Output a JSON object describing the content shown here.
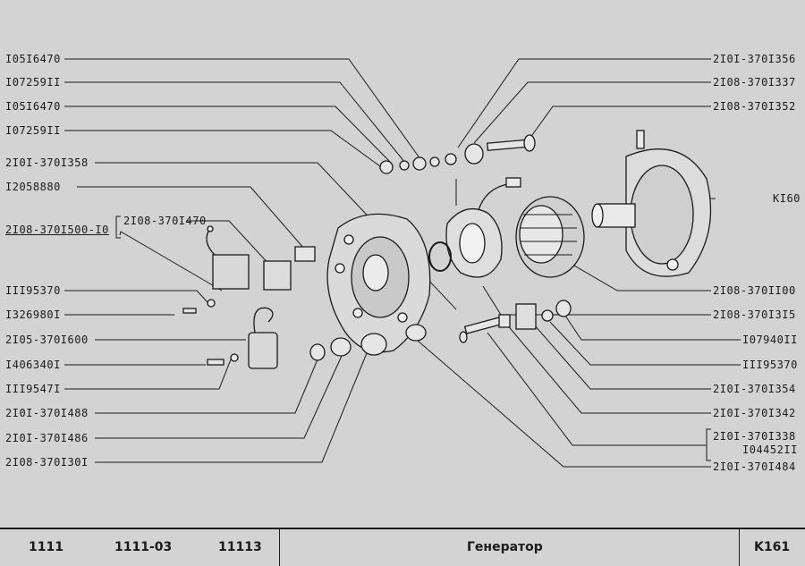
{
  "labels_left": [
    "I05I6470",
    "I07259II",
    "I05I6470",
    "I07259II",
    "2I0I-370I358",
    "I2058880",
    "2I08-370I500-I0",
    "2I08-370I470",
    "III95370",
    "I326980I",
    "2I05-370I600",
    "I406340I",
    "III9547I",
    "2I0I-370I488",
    "2I0I-370I486",
    "2I08-370I30I"
  ],
  "labels_right": [
    "2I0I-370I356",
    "2I08-370I337",
    "2I08-370I352",
    "KI60",
    "2I08-370II00",
    "2I08-370I3I5",
    "I07940II",
    "III95370",
    "2I0I-370I354",
    "2I0I-370I342",
    "2I0I-370I338",
    "I04452II",
    "2I0I-370I484"
  ],
  "footer": {
    "model1": "1111",
    "model2": "1111-03",
    "model3": "11113",
    "title": "Генератор",
    "code": "K161"
  }
}
